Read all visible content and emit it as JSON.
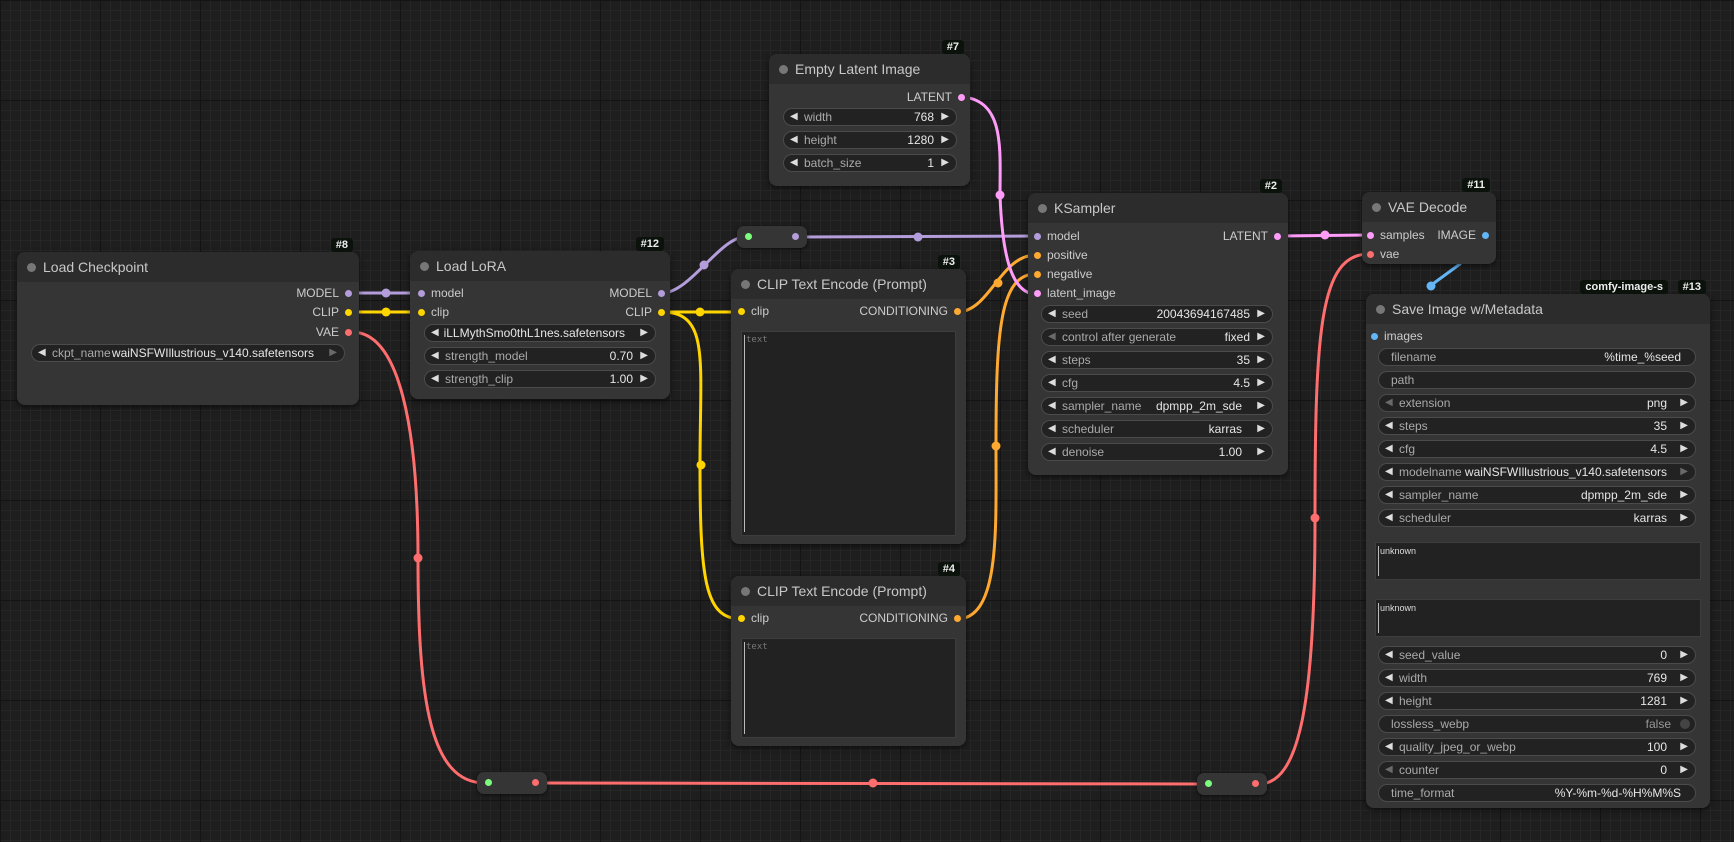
{
  "colors": {
    "model": "#b39ddb",
    "clip": "#ffd500",
    "vae": "#ff6e6e",
    "latent": "#ff9cf9",
    "conditioning": "#ffa931",
    "image": "#64b5f6",
    "reroute": "#7cfc7c",
    "background": "#1e1e1e",
    "node_body": "#353535"
  },
  "nodes": {
    "load_checkpoint": {
      "id": "#8",
      "title": "Load Checkpoint",
      "outputs": [
        "MODEL",
        "CLIP",
        "VAE"
      ],
      "ckpt_name": {
        "label": "ckpt_name",
        "value": "waiNSFWIllustrious_v140.safetensors"
      }
    },
    "load_lora": {
      "id": "#12",
      "title": "Load LoRA",
      "inputs": [
        "model",
        "clip"
      ],
      "outputs": [
        "MODEL",
        "CLIP"
      ],
      "lora_name": {
        "value": "iLLMythSmo0thL1nes.safetensors"
      },
      "strength_model": {
        "label": "strength_model",
        "value": "0.70"
      },
      "strength_clip": {
        "label": "strength_clip",
        "value": "1.00"
      }
    },
    "empty_latent": {
      "id": "#7",
      "title": "Empty Latent Image",
      "output": "LATENT",
      "width": {
        "label": "width",
        "value": "768"
      },
      "height": {
        "label": "height",
        "value": "1280"
      },
      "batch_size": {
        "label": "batch_size",
        "value": "1"
      }
    },
    "clip_text_positive": {
      "id": "#3",
      "title": "CLIP Text Encode (Prompt)",
      "input": "clip",
      "output": "CONDITIONING",
      "placeholder": "text"
    },
    "clip_text_negative": {
      "id": "#4",
      "title": "CLIP Text Encode (Prompt)",
      "input": "clip",
      "output": "CONDITIONING",
      "placeholder": "text"
    },
    "ksampler": {
      "id": "#2",
      "title": "KSampler",
      "inputs": [
        "model",
        "positive",
        "negative",
        "latent_image"
      ],
      "output": "LATENT",
      "seed": {
        "label": "seed",
        "value": "20043694167485"
      },
      "control_after_generate": {
        "label": "control after generate",
        "value": "fixed"
      },
      "steps": {
        "label": "steps",
        "value": "35"
      },
      "cfg": {
        "label": "cfg",
        "value": "4.5"
      },
      "sampler_name": {
        "label": "sampler_name",
        "value": "dpmpp_2m_sde"
      },
      "scheduler": {
        "label": "scheduler",
        "value": "karras"
      },
      "denoise": {
        "label": "denoise",
        "value": "1.00"
      }
    },
    "vae_decode": {
      "id": "#11",
      "title": "VAE Decode",
      "inputs": [
        "samples",
        "vae"
      ],
      "output": "IMAGE"
    },
    "save_image": {
      "id": "#13",
      "group_tag": "comfy-image-s",
      "title": "Save Image w/Metadata",
      "input": "images",
      "filename": {
        "label": "filename",
        "value": "%time_%seed"
      },
      "path": {
        "label": "path",
        "value": ""
      },
      "extension": {
        "label": "extension",
        "value": "png"
      },
      "steps": {
        "label": "steps",
        "value": "35"
      },
      "cfg": {
        "label": "cfg",
        "value": "4.5"
      },
      "modelname": {
        "label": "modelname",
        "value": "waiNSFWIllustrious_v140.safetensors"
      },
      "sampler_name": {
        "label": "sampler_name",
        "value": "dpmpp_2m_sde"
      },
      "scheduler": {
        "label": "scheduler",
        "value": "karras"
      },
      "text_positive": "unknown",
      "text_negative": "unknown",
      "seed_value": {
        "label": "seed_value",
        "value": "0"
      },
      "width": {
        "label": "width",
        "value": "769"
      },
      "height": {
        "label": "height",
        "value": "1281"
      },
      "lossless_webp": {
        "label": "lossless_webp",
        "value": "false"
      },
      "quality_jpeg_or_webp": {
        "label": "quality_jpeg_or_webp",
        "value": "100"
      },
      "counter": {
        "label": "counter",
        "value": "0"
      },
      "time_format": {
        "label": "time_format",
        "value": "%Y-%m-%d-%H%M%S"
      }
    }
  }
}
